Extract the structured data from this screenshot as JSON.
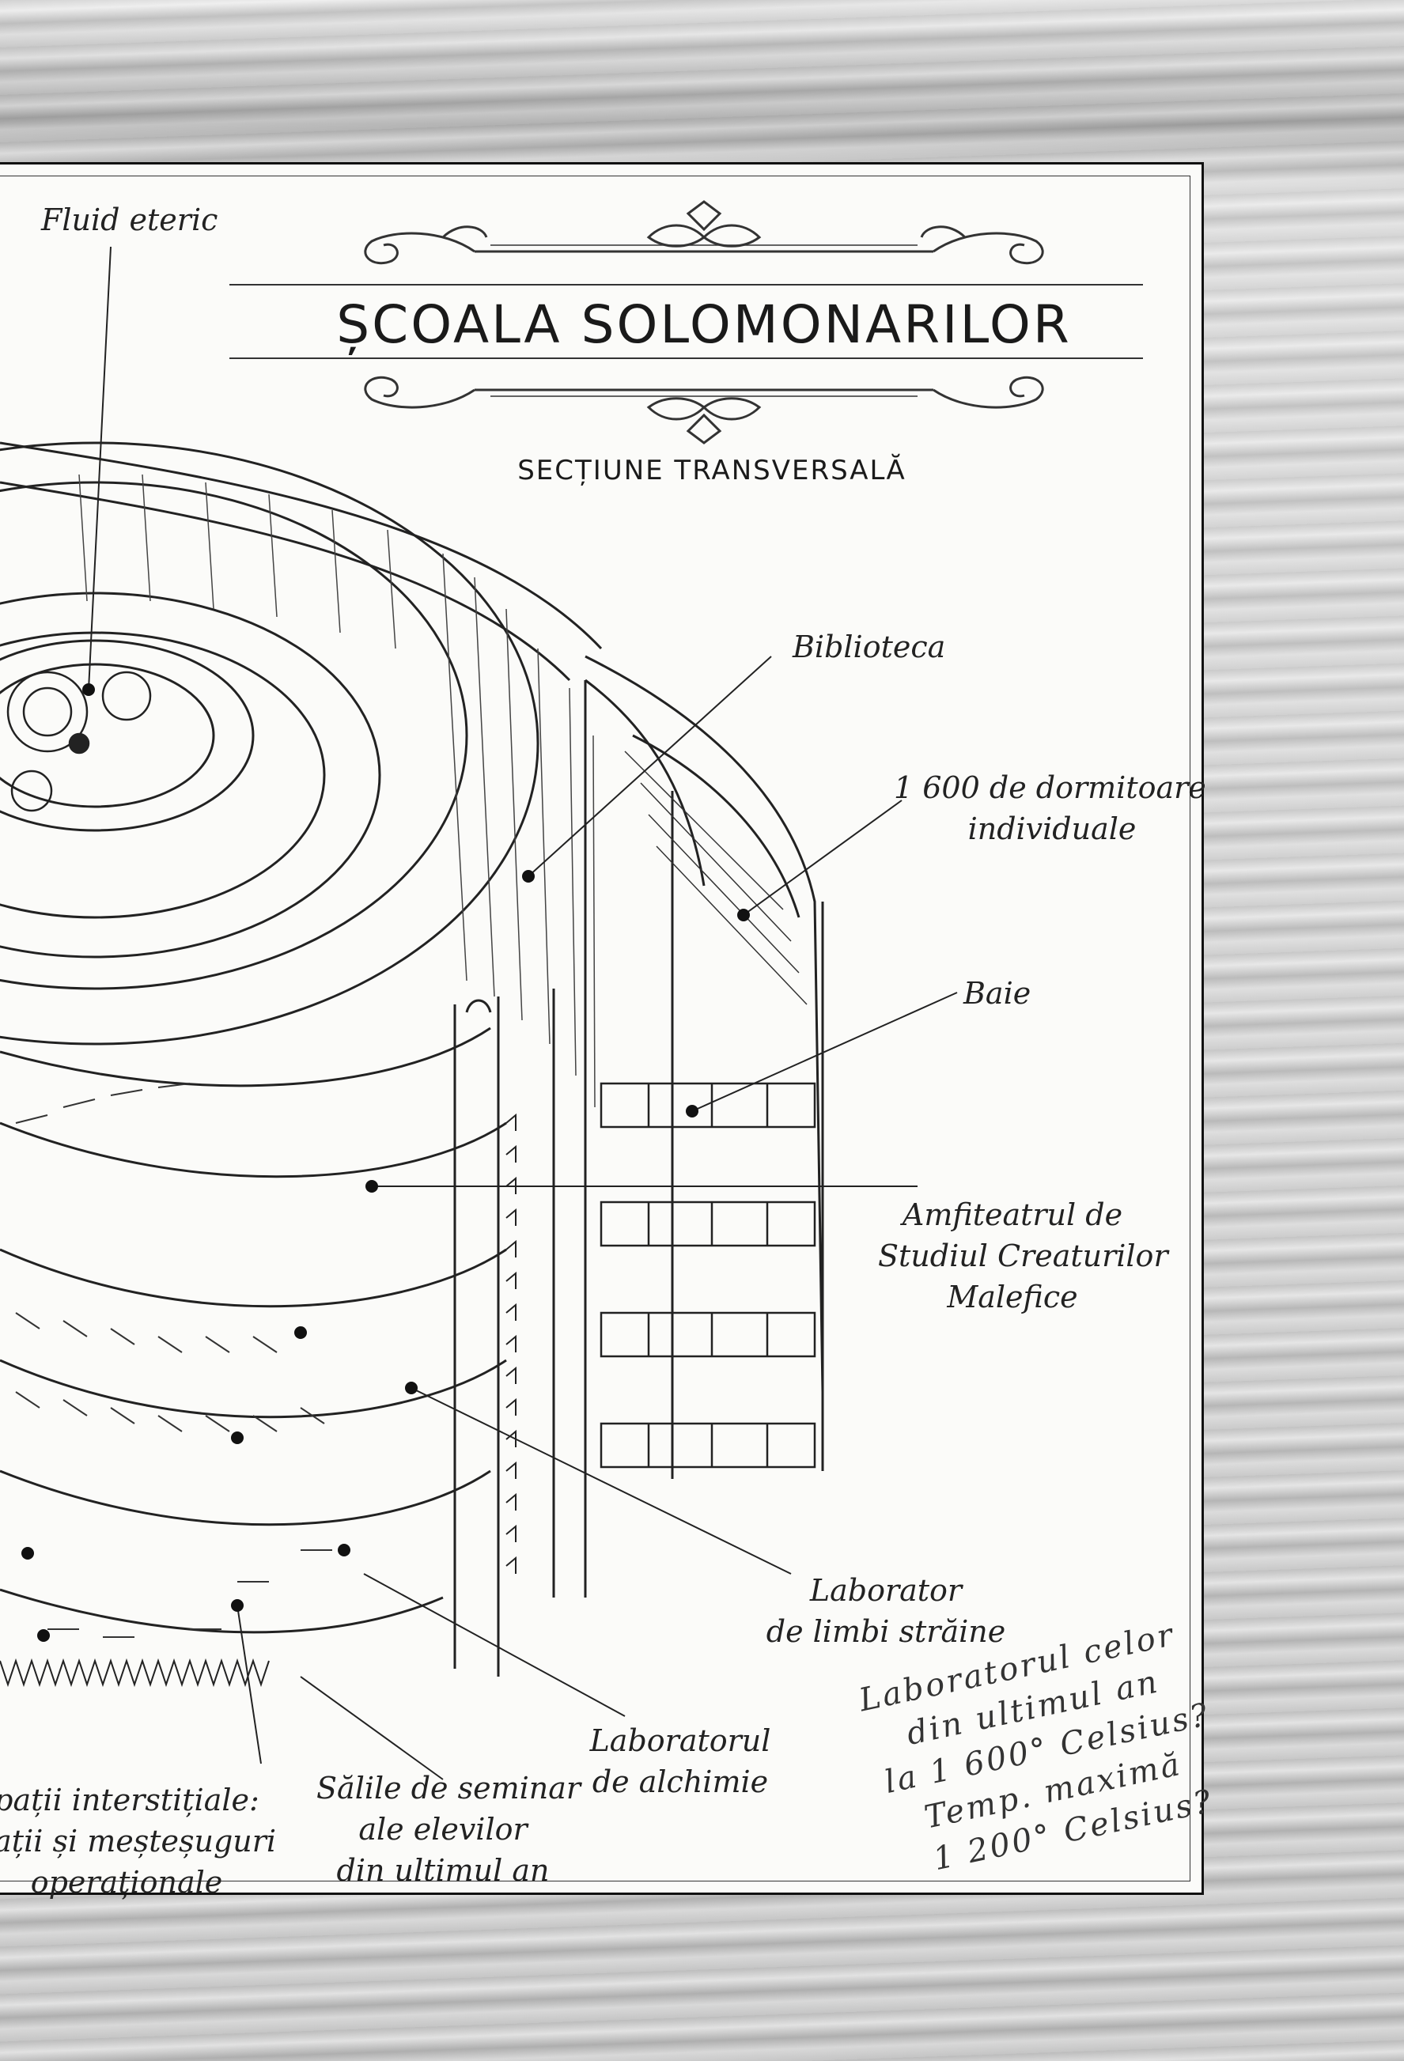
{
  "title": "ȘCOALA SOLOMONARILOR",
  "subtitle": "SECȚIUNE TRANSVERSALĂ",
  "labels": {
    "fluid": "Fluid eteric",
    "biblioteca": "Biblioteca",
    "dormitoare_1": "1 600 de dormitoare",
    "dormitoare_2": "individuale",
    "baie": "Baie",
    "amfiteatru_1": "Amfiteatrul de",
    "amfiteatru_2": "Studiul Creaturilor",
    "amfiteatru_3": "Malefice",
    "limbi_1": "Laborator",
    "limbi_2": "de limbi străine",
    "alchimie_1": "Laboratorul",
    "alchimie_2": "de alchimie",
    "seminar_1": "Sălile de seminar",
    "seminar_2": "ale elevilor",
    "seminar_3": "din ultimul an",
    "spatii_1": "pații interstițiale:",
    "spatii_2": "lații și meșteșuguri",
    "spatii_3": "operaționale"
  },
  "handwritten": {
    "line1": "Laboratorul celor",
    "line2": "din ultimul an",
    "line3": "la 1 600° Celsius?",
    "line4": "Temp. maximă",
    "line5": "1 200° Celsius?"
  }
}
